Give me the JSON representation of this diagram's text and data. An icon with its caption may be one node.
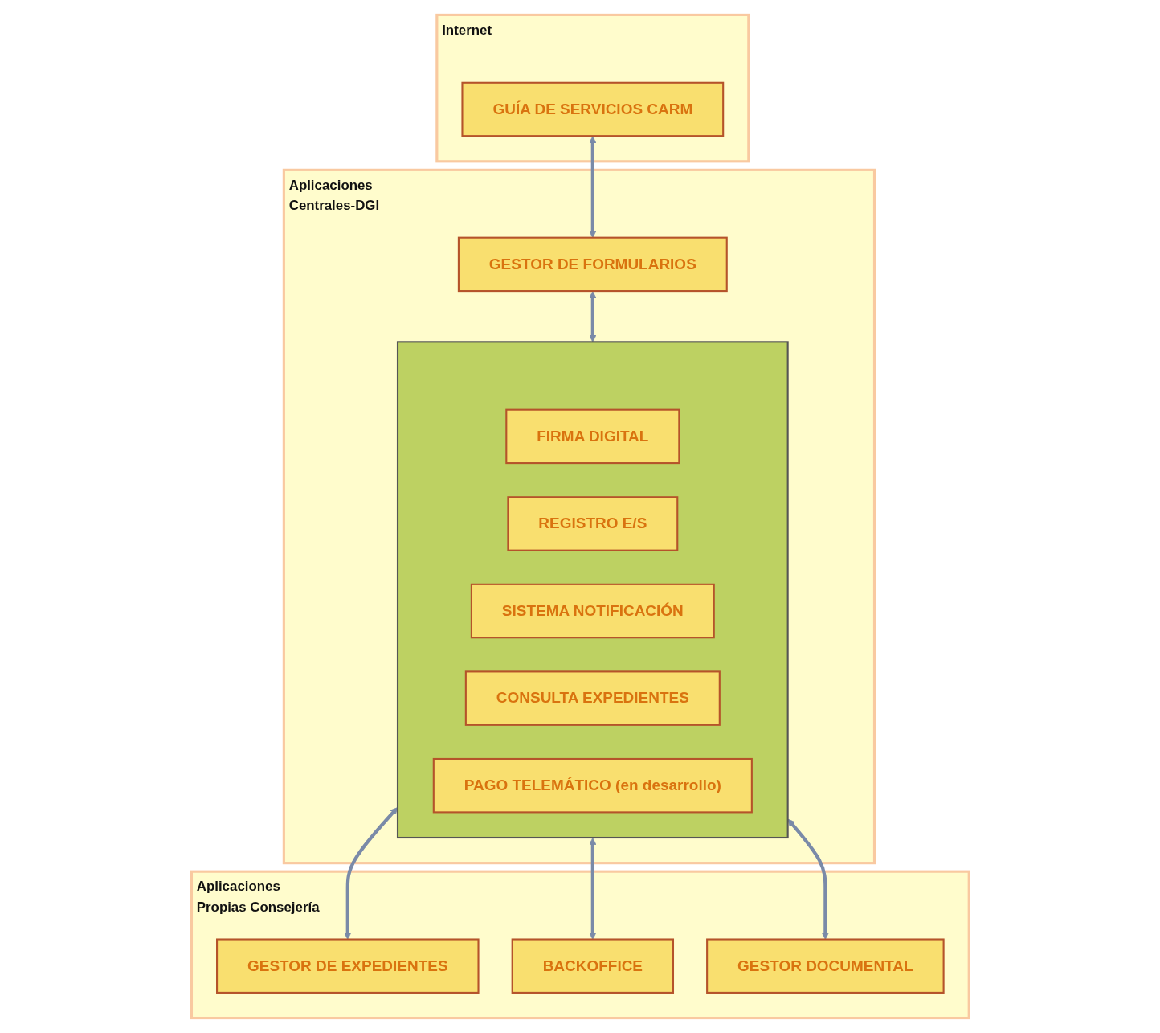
{
  "diagram": {
    "nodes": [
      {
        "text": [
          "Internet"
        ]
      },
      {
        "text": [
          "GUÍA DE SERVICIOS CARM"
        ],
        "in": 0
      },
      {
        "text": [
          "Aplicaciones Centrales-DGI"
        ]
      },
      {
        "text": [
          "GESTOR DE FORMULARIOS"
        ],
        "in": 2
      },
      {
        "text": [],
        "shape": "box",
        "in": 2
      },
      {
        "text": [
          "FIRMA DIGITAL"
        ],
        "in": 4
      },
      {
        "text": [
          "REGISTRO E/S"
        ],
        "in": 4
      },
      {
        "text": [
          "SISTEMA NOTIFICACIÓN"
        ],
        "in": 4
      },
      {
        "text": [
          "CONSULTA EXPEDIENTES"
        ],
        "in": 4
      },
      {
        "text": [
          "PAGO TELEMÁTICO (en desarrollo)"
        ],
        "in": 4
      },
      {
        "text": [
          "Aplicaciones Propias Consejería"
        ]
      },
      {
        "text": [
          "GESTOR DE EXPEDIENTES"
        ],
        "in": 10
      },
      {
        "text": [
          "BACKOFFICE"
        ],
        "in": 10
      },
      {
        "text": [
          "GESTOR DOCUMENTAL"
        ],
        "in": 10
      }
    ],
    "edges": [
      {
        "from": 1,
        "to": 3,
        "arrow": "both"
      },
      {
        "from": 3,
        "to": 4,
        "arrow": "both"
      },
      {
        "from": 4,
        "to": 11,
        "arrow": "both"
      },
      {
        "from": 4,
        "to": 12,
        "arrow": "both"
      },
      {
        "from": 4,
        "to": 13,
        "arrow": "both"
      }
    ]
  }
}
